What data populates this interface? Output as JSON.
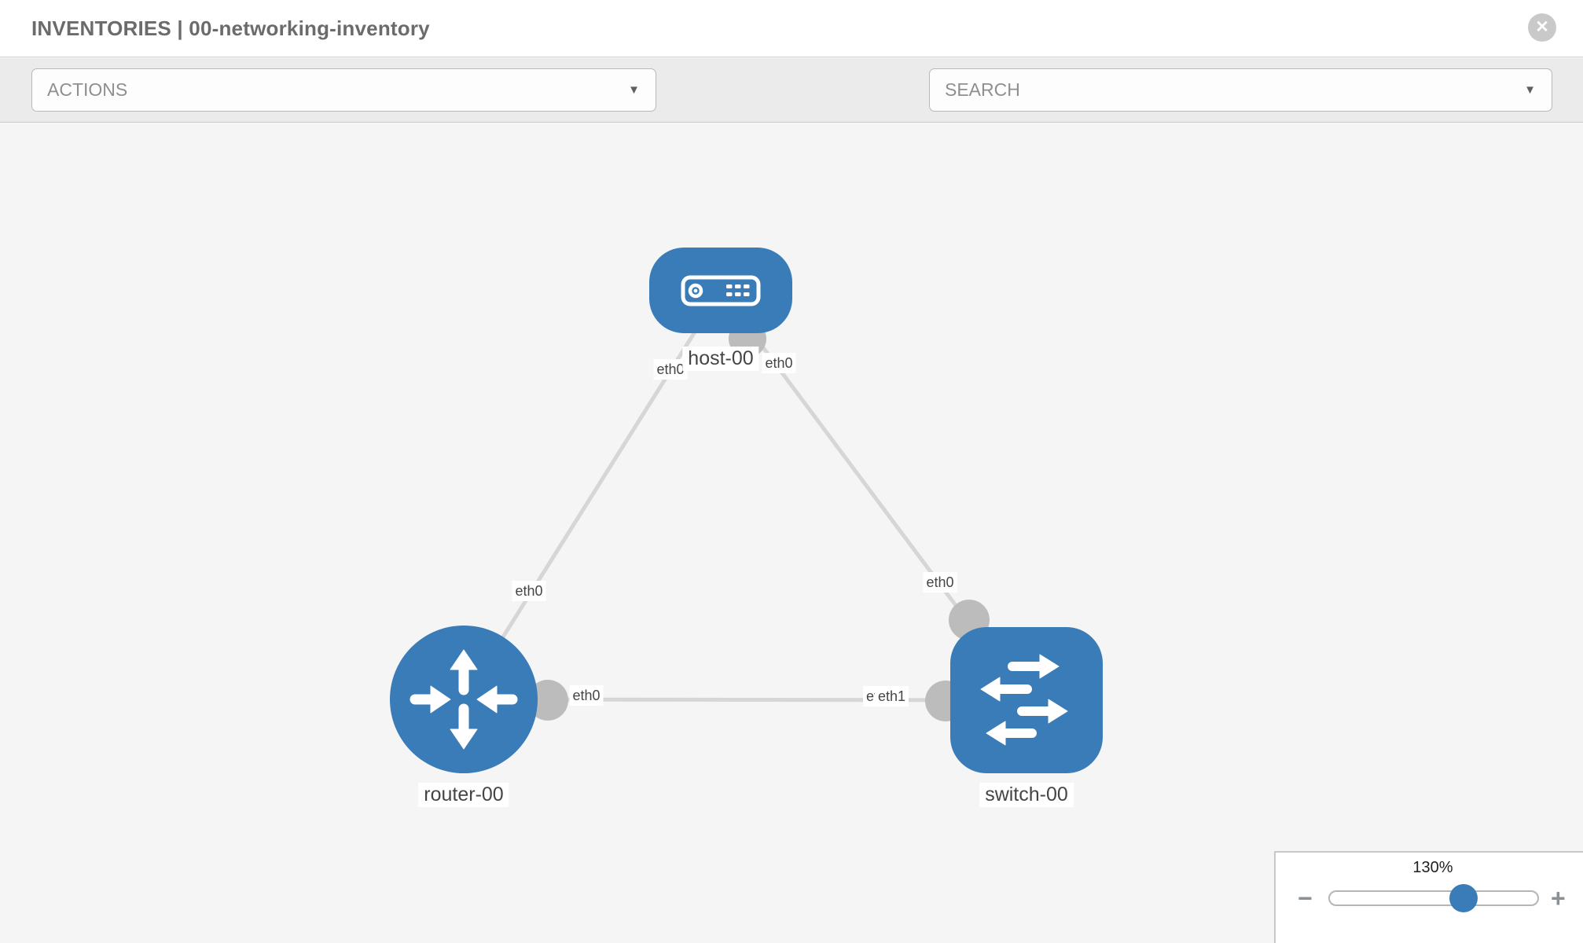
{
  "header": {
    "title": "INVENTORIES | 00-networking-inventory",
    "close_icon": "✕"
  },
  "toolbar": {
    "actions_label": "ACTIONS",
    "search_label": "SEARCH",
    "caret": "▼"
  },
  "canvas": {
    "nodes": [
      {
        "id": "host-00",
        "label": "host-00",
        "type": "host"
      },
      {
        "id": "router-00",
        "label": "router-00",
        "type": "router"
      },
      {
        "id": "switch-00",
        "label": "switch-00",
        "type": "switch"
      }
    ],
    "edges": [
      {
        "from": "host-00",
        "to": "router-00",
        "from_if": "eth0",
        "to_if": "eth0"
      },
      {
        "from": "host-00",
        "to": "switch-00",
        "from_if": "eth0",
        "to_if": "eth0"
      },
      {
        "from": "router-00",
        "to": "switch-00",
        "from_if": "eth0",
        "to_if": "eth1",
        "to_if_underlay": "eth0"
      }
    ]
  },
  "zoom_control": {
    "level": "130%",
    "minus": "−",
    "plus": "+"
  },
  "colors": {
    "node_blue": "#3a7cb8",
    "port_gray": "#bcbcbc",
    "edge_gray": "#d6d6d6",
    "icon_gray": "#6d737a",
    "handle_blue": "#3a7cb8"
  }
}
